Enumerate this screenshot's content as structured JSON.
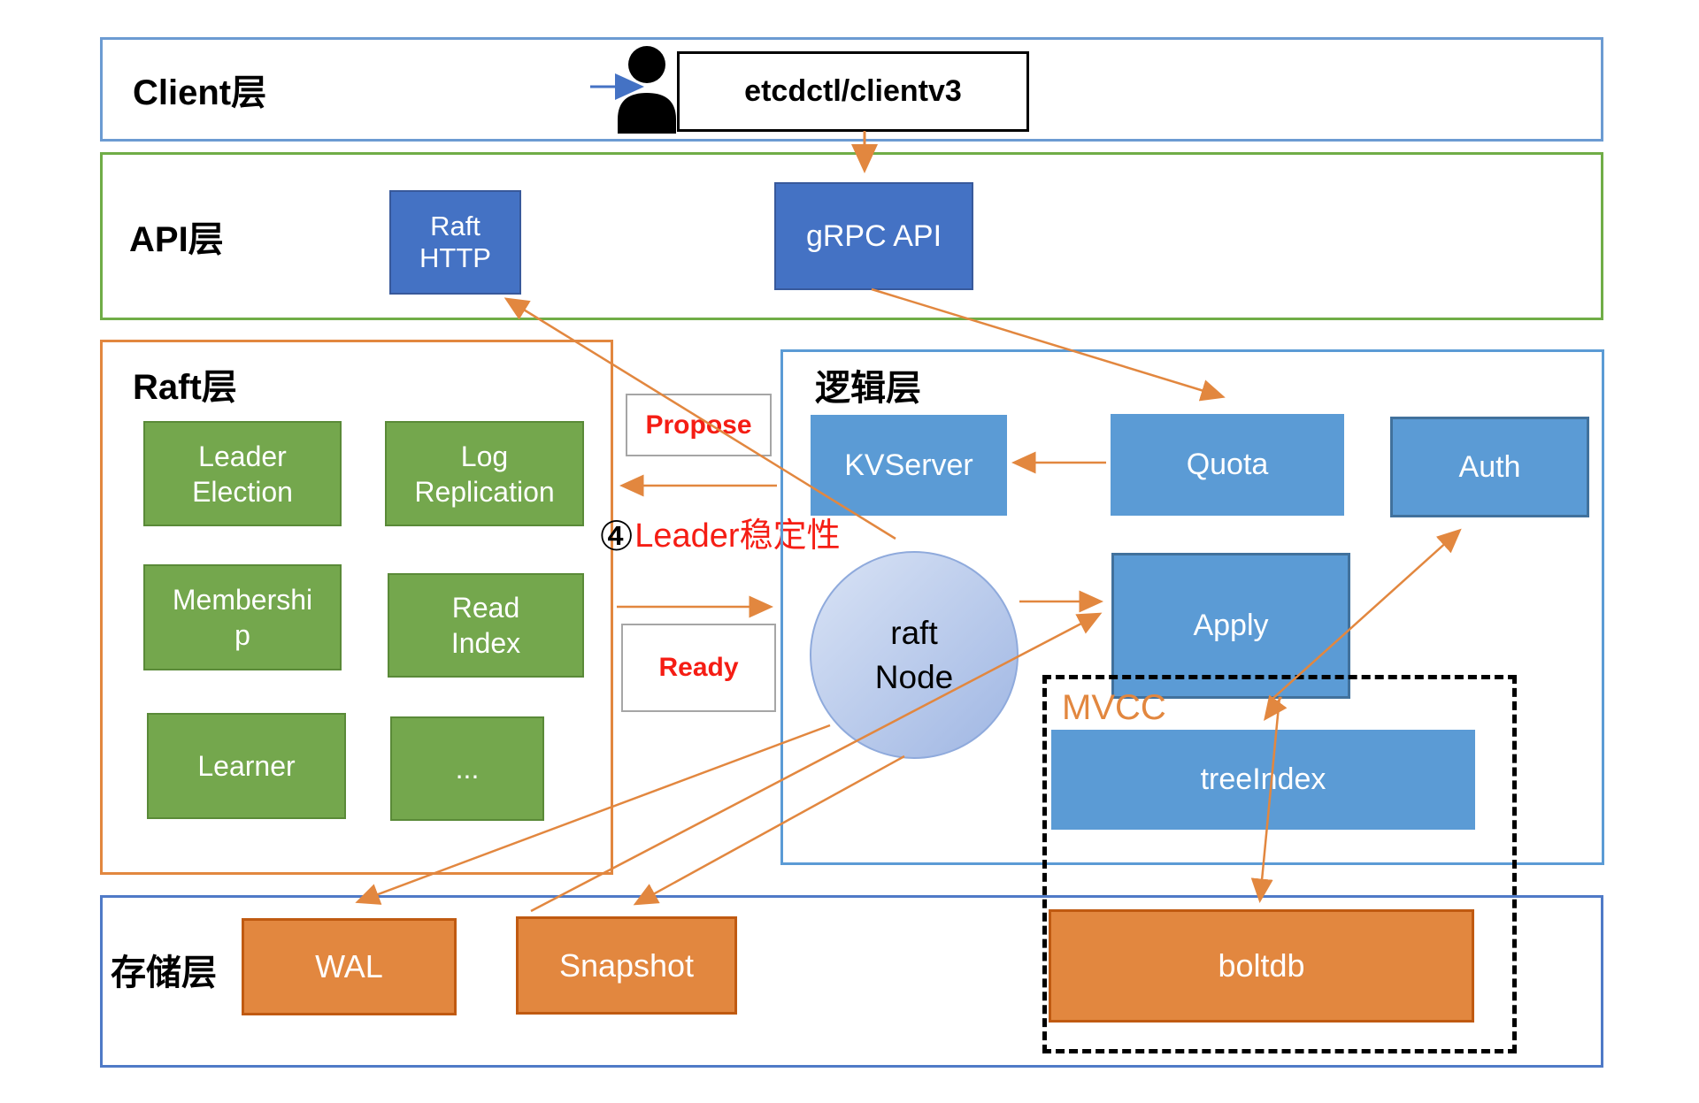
{
  "layers": {
    "client": {
      "label": "Client层"
    },
    "api": {
      "label": "API层"
    },
    "raft": {
      "label": "Raft层"
    },
    "logic": {
      "label": "逻辑层"
    },
    "storage": {
      "label": "存储层"
    }
  },
  "client": {
    "person_icon": "person-icon",
    "client_box": "etcdctl/clientv3"
  },
  "api": {
    "raft_http": "Raft HTTP",
    "grpc_api": "gRPC API"
  },
  "raft": {
    "boxes": [
      "Leader Election",
      "Log Replication",
      "Membership",
      "Read Index",
      "Learner",
      "..."
    ]
  },
  "flow_labels": {
    "propose": "Propose",
    "ready": "Ready",
    "annotation_number": "④",
    "annotation_text": "Leader稳定性"
  },
  "logic": {
    "kvserver": "KVServer",
    "quota": "Quota",
    "auth": "Auth",
    "raft_node_line1": "raft",
    "raft_node_line2": "Node",
    "apply": "Apply",
    "mvcc": "MVCC",
    "tree_index": "treeIndex"
  },
  "storage": {
    "wal": "WAL",
    "snapshot": "Snapshot",
    "boltdb": "boltdb"
  },
  "colors": {
    "arrow_orange": "#E2873F",
    "arrow_blue": "#4472C4",
    "box_blue_dark": "#4472C4",
    "box_blue": "#5B9BD5",
    "box_green": "#74A74D",
    "box_orange": "#E2873F",
    "label_red": "#F51D14",
    "mvcc_label_orange": "#E2873F",
    "border_client": "#6C9BD2",
    "border_api": "#70AD47",
    "border_raft": "#E2873F",
    "border_logic": "#5B9BD5",
    "border_storage": "#4F7AC7"
  }
}
